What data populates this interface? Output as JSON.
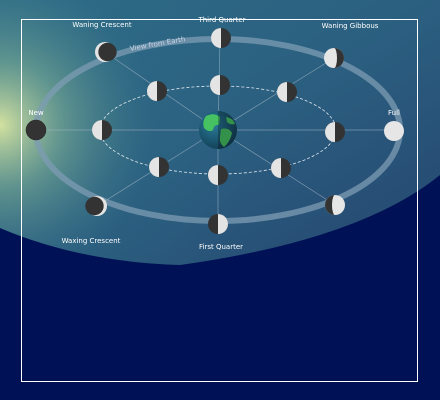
{
  "phases": {
    "new": "New",
    "waxing_crescent": "Waxing Crescent",
    "first_quarter": "First Quarter",
    "full": "Full",
    "waning_gibbous": "Waning Gibbous",
    "third_quarter": "Third Quarter",
    "waning_crescent": "Waning Crescent"
  },
  "orbit_caption": "View from Earth",
  "colors": {
    "space": "#011155",
    "sky_top": "#243c63",
    "sky_mid": "#2a6a86",
    "sun_glow": "#dde8a2",
    "moon_dark": "#333333",
    "moon_lit": "#e4e4e4",
    "orbit_ring": "#7d9cb3",
    "ocean": "#1d566f",
    "land": "#46c262"
  }
}
